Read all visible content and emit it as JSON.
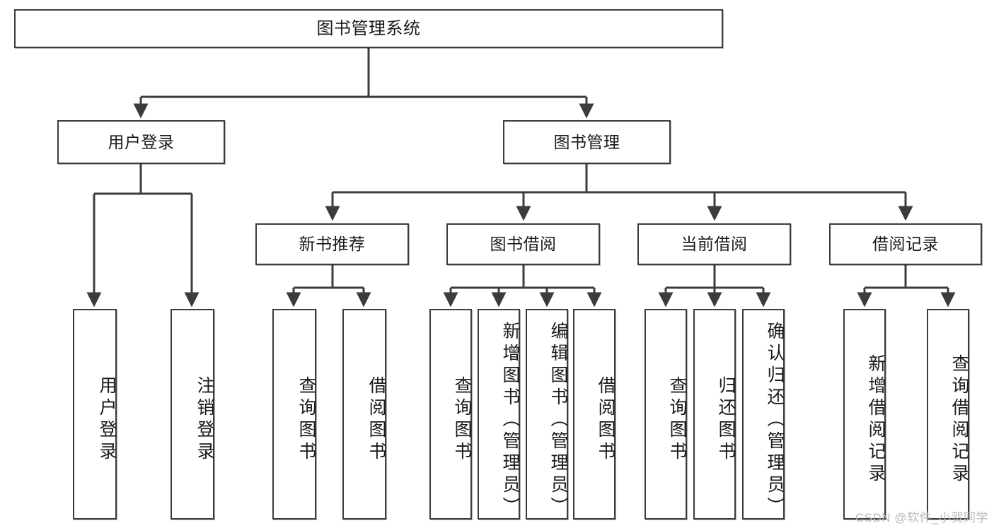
{
  "diagram": {
    "title": "图书管理系统",
    "type": "tree-hierarchy-chart",
    "watermark": "CSDN @软件_小贺同学",
    "colors": {
      "stroke": "#3c3c3c",
      "fill": "#ffffff",
      "text": "#1a1a1a",
      "watermark": "#b9b9b9"
    },
    "nodes": {
      "root": {
        "label": "图书管理系统"
      },
      "level2": [
        {
          "id": "user-login",
          "label": "用户登录"
        },
        {
          "id": "book-management",
          "label": "图书管理"
        }
      ],
      "level3": [
        {
          "id": "new-book-recommend",
          "label": "新书推荐"
        },
        {
          "id": "book-borrow",
          "label": "图书借阅"
        },
        {
          "id": "current-borrow",
          "label": "当前借阅"
        },
        {
          "id": "borrow-record",
          "label": "借阅记录"
        }
      ],
      "leaves": {
        "user-login": [
          {
            "id": "leaf-user-login",
            "label": "用户登录"
          },
          {
            "id": "leaf-logout",
            "label": "注销登录"
          }
        ],
        "new-book-recommend": [
          {
            "id": "leaf-query-book-1",
            "label": "查询图书"
          },
          {
            "id": "leaf-borrow-book-1",
            "label": "借阅图书"
          }
        ],
        "book-borrow": [
          {
            "id": "leaf-query-book-2",
            "label": "查询图书"
          },
          {
            "id": "leaf-add-book",
            "label": "新增图书（管理员）"
          },
          {
            "id": "leaf-edit-book",
            "label": "编辑图书（管理员）"
          },
          {
            "id": "leaf-borrow-book-2",
            "label": "借阅图书"
          }
        ],
        "current-borrow": [
          {
            "id": "leaf-query-book-3",
            "label": "查询图书"
          },
          {
            "id": "leaf-return-book",
            "label": "归还图书"
          },
          {
            "id": "leaf-confirm-return",
            "label": "确认归还（管理员）"
          }
        ],
        "borrow-record": [
          {
            "id": "leaf-add-record",
            "label": "新增借阅记录"
          },
          {
            "id": "leaf-query-record",
            "label": "查询借阅记录"
          }
        ]
      }
    }
  }
}
